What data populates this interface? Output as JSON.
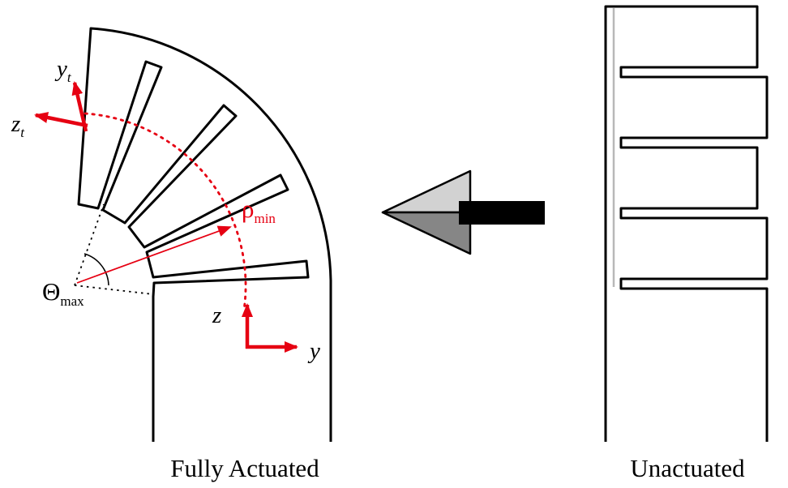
{
  "captions": {
    "left": "Fully Actuated",
    "right": "Unactuated"
  },
  "labels": {
    "tip_y": {
      "main": "y",
      "sub": "t"
    },
    "tip_z": {
      "main": "z",
      "sub": "t"
    },
    "base_z": {
      "main": "z"
    },
    "base_y": {
      "main": "y"
    },
    "rho": {
      "main": "ρ",
      "sub": "min"
    },
    "theta": {
      "main": "Θ",
      "sub": "max"
    }
  },
  "colors": {
    "accent_red": "#e60012",
    "outline_black": "#000000",
    "arrow_gray_top": "#d2d2d2",
    "arrow_gray_bottom": "#868686",
    "cable_gray": "#b8b8b8"
  },
  "icons": {
    "transition_arrow": "left-arrow"
  }
}
